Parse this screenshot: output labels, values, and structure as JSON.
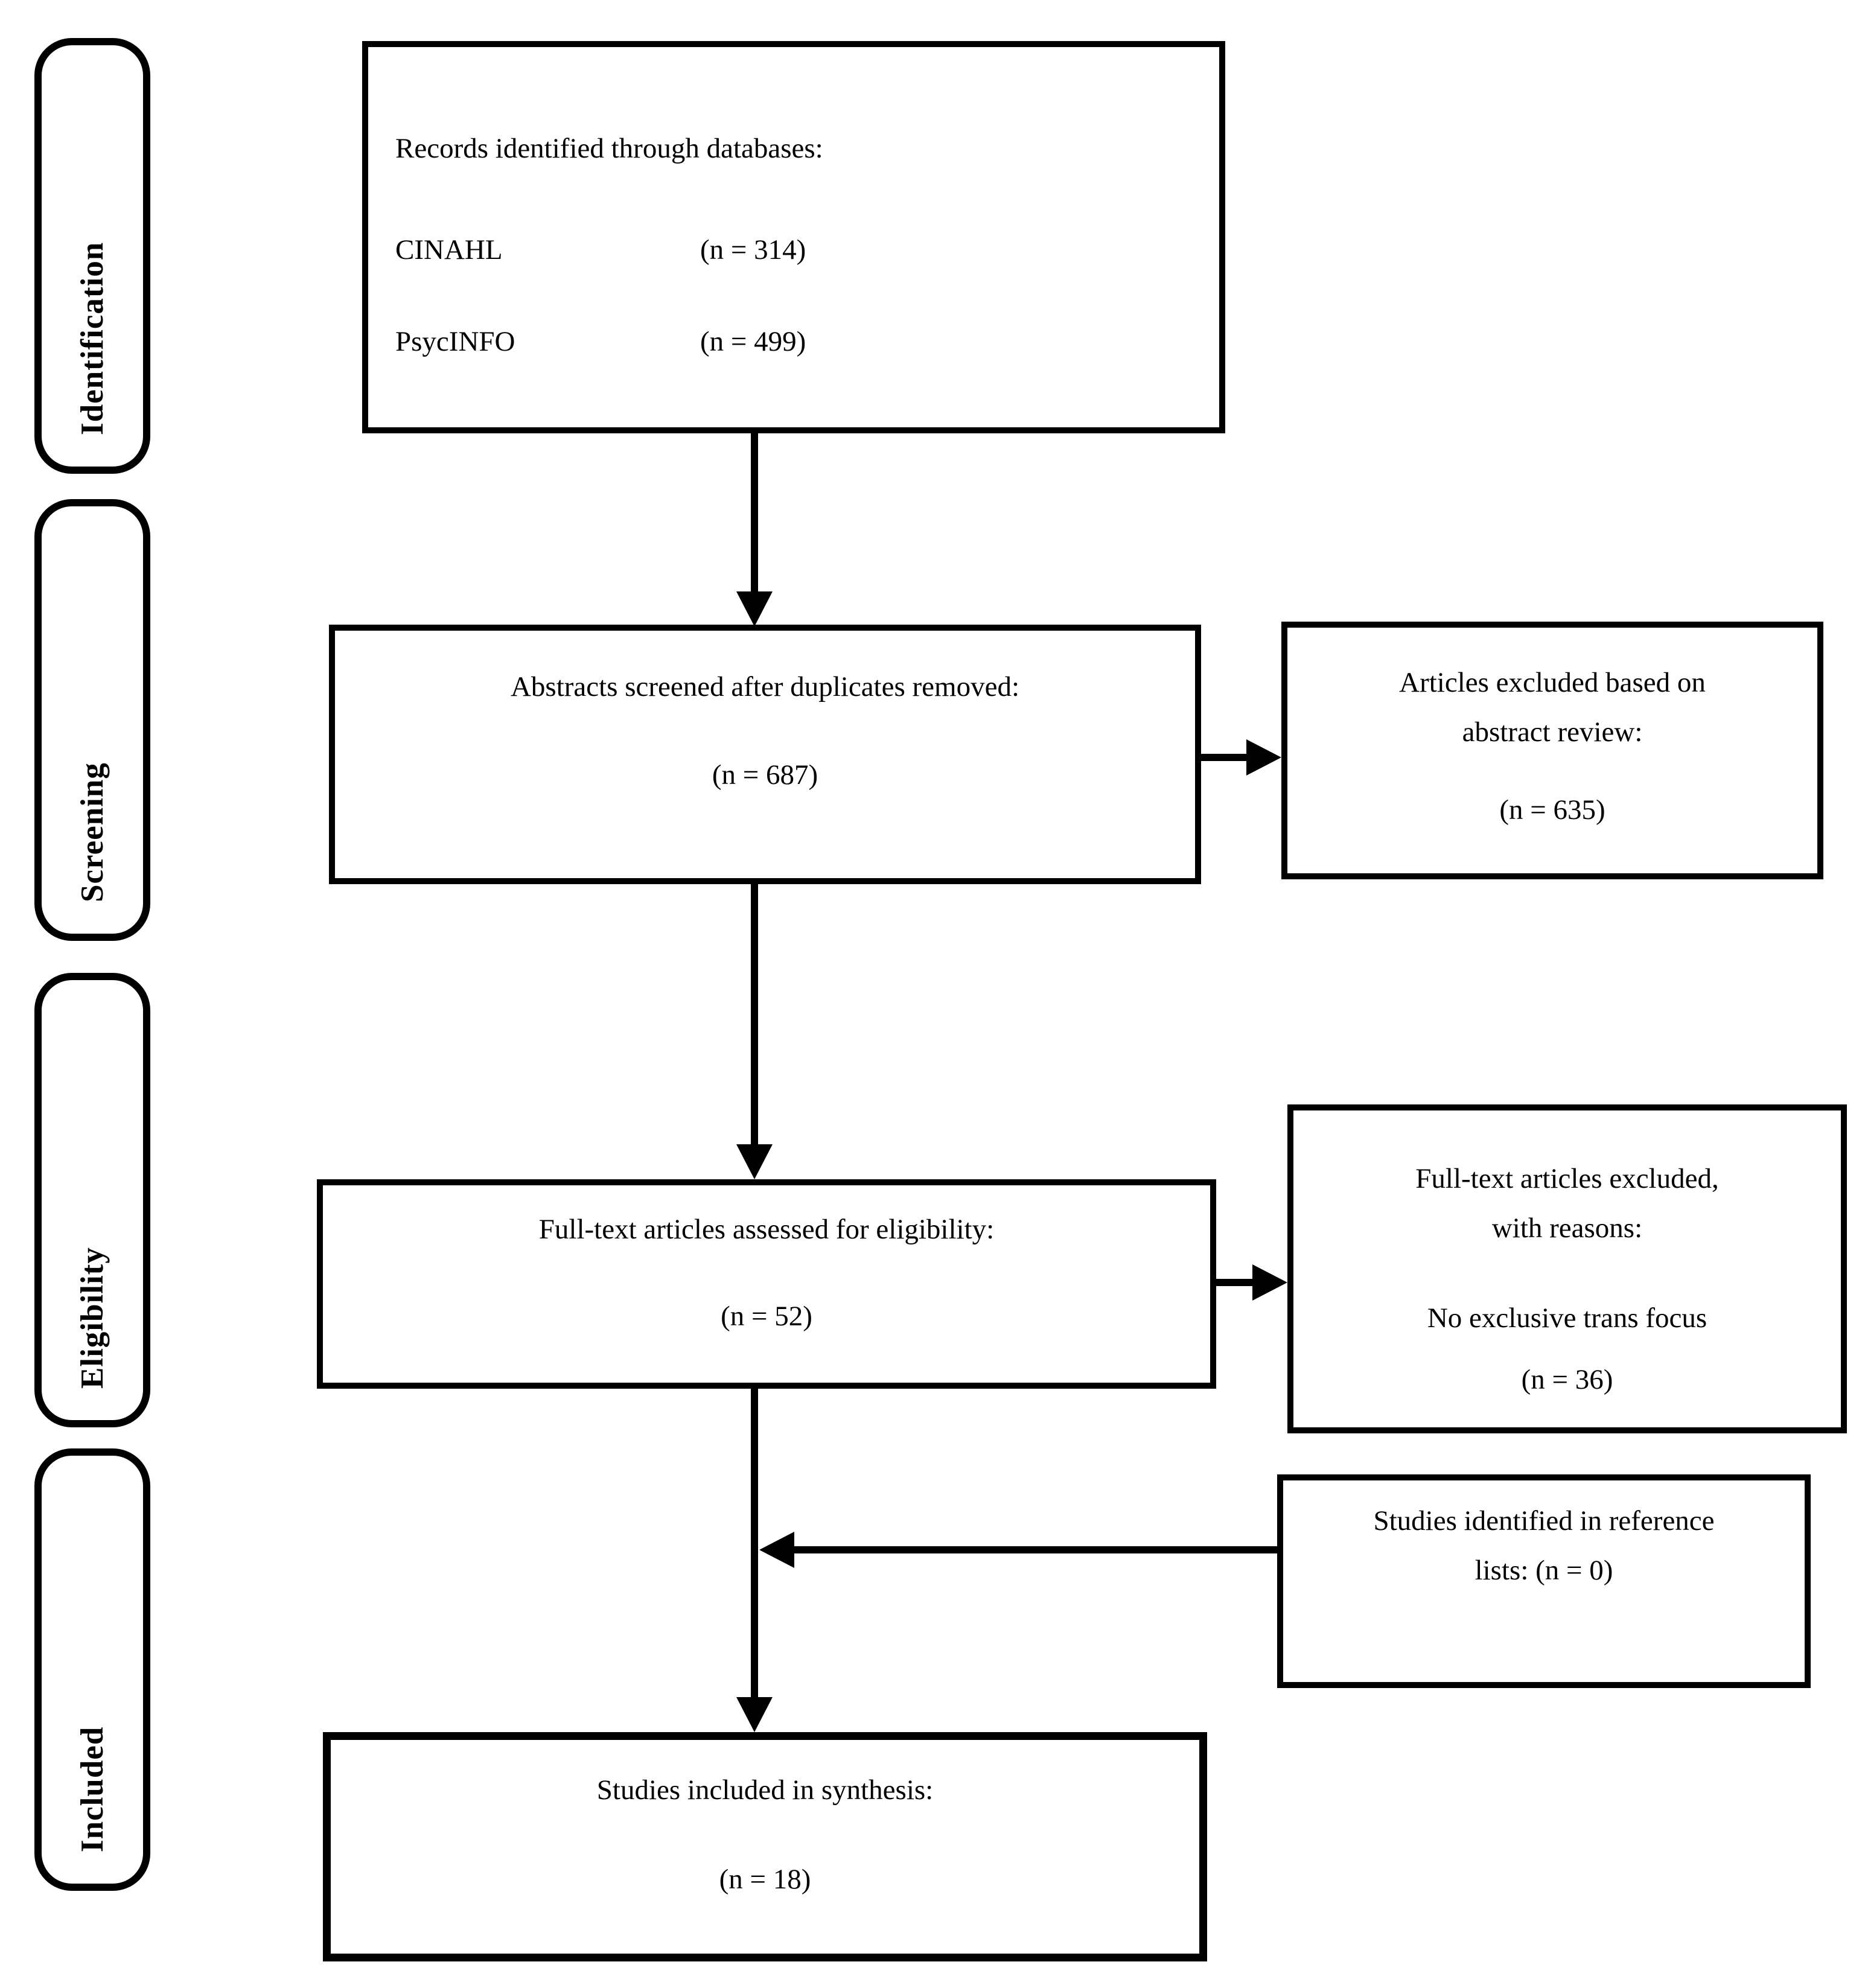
{
  "colors": {
    "ink": "#000000",
    "paper": "#ffffff"
  },
  "stages": [
    {
      "id": "identification",
      "label": "Identification"
    },
    {
      "id": "screening",
      "label": "Screening"
    },
    {
      "id": "eligibility",
      "label": "Eligibility"
    },
    {
      "id": "included",
      "label": "Included"
    }
  ],
  "boxes": {
    "records": {
      "title": "Records identified through databases:",
      "sources": [
        {
          "name": "CINAHL",
          "count": "(n = 314)"
        },
        {
          "name": "PsycINFO",
          "count": "(n = 499)"
        }
      ]
    },
    "screened": {
      "title": "Abstracts screened after duplicates removed:",
      "count": "(n = 687)"
    },
    "abstract_excluded": {
      "line1": "Articles excluded based on",
      "line2": "abstract review:",
      "count": "(n = 635)"
    },
    "fulltext": {
      "title": "Full-text articles assessed for eligibility:",
      "count": "(n = 52)"
    },
    "fulltext_excluded": {
      "line1": "Full-text articles excluded,",
      "line2": "with reasons:",
      "reason": "No exclusive trans focus",
      "count": "(n = 36)"
    },
    "references": {
      "line1": "Studies identified in reference",
      "line2": "lists: (n = 0)"
    },
    "included": {
      "title": "Studies included in synthesis:",
      "count": "(n = 18)"
    }
  }
}
